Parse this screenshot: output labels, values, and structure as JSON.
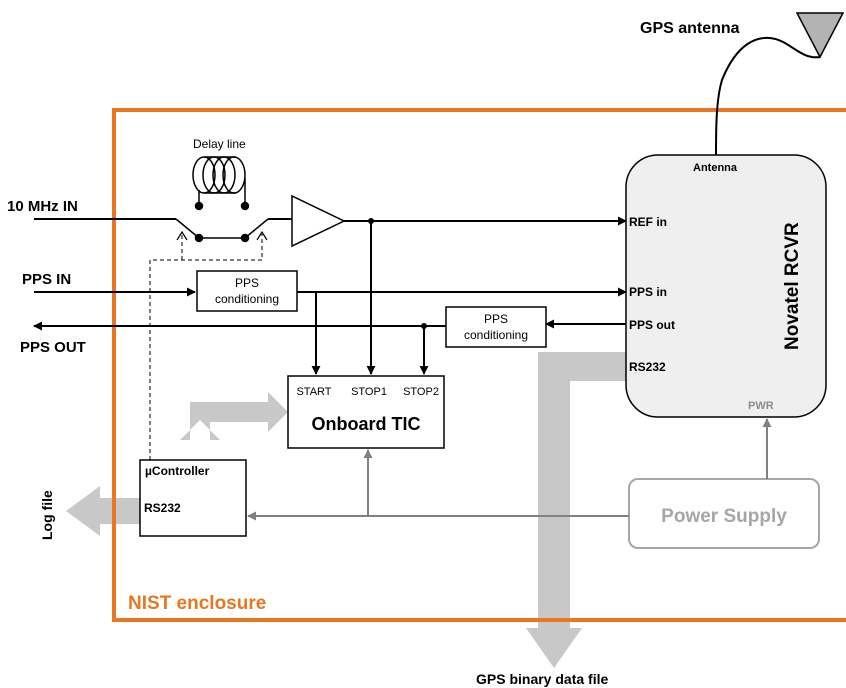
{
  "colors": {
    "enclosure": "#e87722",
    "wire": "#000000",
    "gray_wire": "#808080",
    "thick_arrow": "#c8c8c8",
    "receiver_fill": "#efefef",
    "power_supply_border": "#a6a6a6"
  },
  "labels": {
    "gps_antenna": "GPS antenna",
    "delay_line": "Delay line",
    "ten_mhz_in": "10 MHz  IN",
    "pps_in": "PPS   IN",
    "pps_out": "PPS   OUT",
    "pps_conditioning_line1": "PPS",
    "pps_conditioning_line2": "conditioning",
    "log_file": "Log file",
    "nist_enclosure": "NIST enclosure",
    "gps_binary_data_file": "GPS binary data file"
  },
  "receiver": {
    "name": "Novatel RCVR",
    "antenna_port": "Antenna",
    "ref_in": "REF in",
    "pps_in": "PPS in",
    "pps_out": "PPS out",
    "rs232": "RS232",
    "pwr": "PWR"
  },
  "tic": {
    "name": "Onboard TIC",
    "start": "START",
    "stop1": "STOP1",
    "stop2": "STOP2"
  },
  "microcontroller": {
    "name": "µController",
    "rs232": "RS232"
  },
  "power_supply": {
    "name": "Power Supply"
  },
  "icons": {
    "antenna": "antenna-icon",
    "delay_line": "coil-icon",
    "amplifier": "amplifier-triangle-icon"
  }
}
